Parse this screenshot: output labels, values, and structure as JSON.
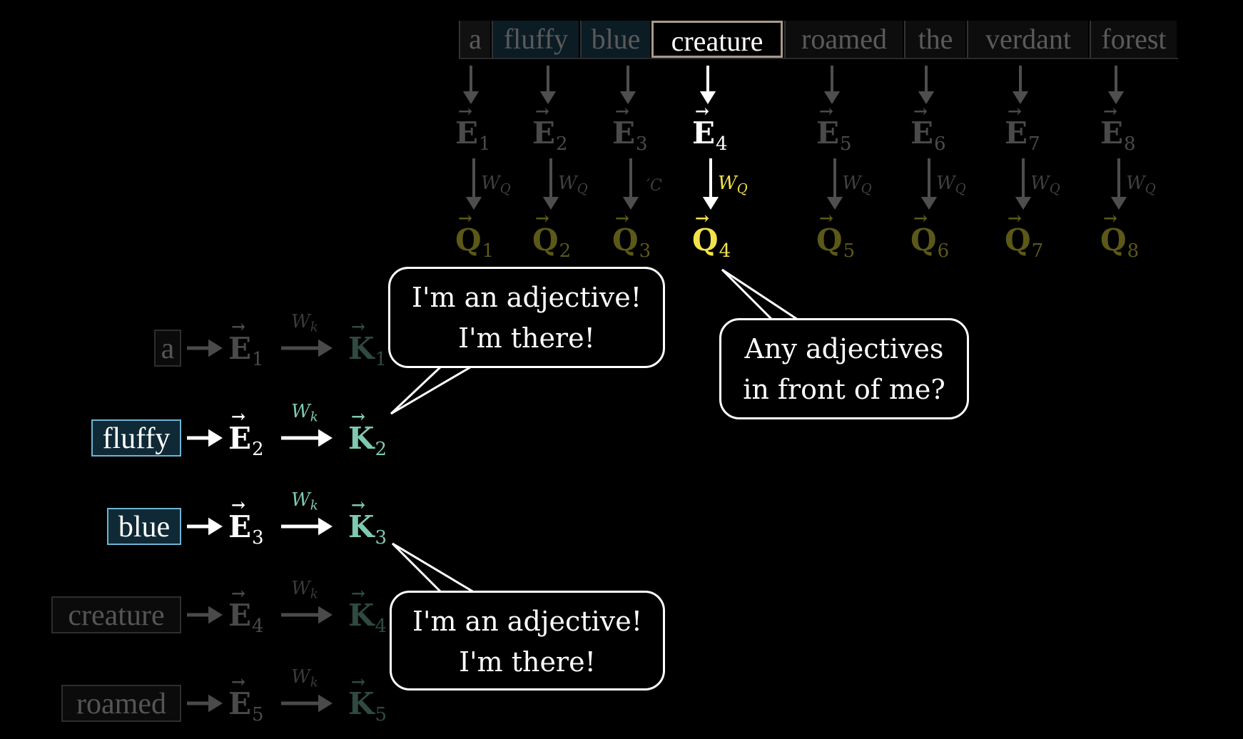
{
  "sentence": [
    "a",
    "fluffy",
    "blue",
    "creature",
    "roamed",
    "the",
    "verdant",
    "forest"
  ],
  "focus_index": 3,
  "embedding_symbol": "E",
  "query_symbol": "Q",
  "key_symbol": "K",
  "query_weight": "W",
  "query_weight_sub": "Q",
  "key_weight": "W",
  "key_weight_sub": "k",
  "vector_mark": "→",
  "truncated_weight_label": "′C",
  "key_rows": [
    {
      "word": "a",
      "index": "1"
    },
    {
      "word": "fluffy",
      "index": "2"
    },
    {
      "word": "blue",
      "index": "3"
    },
    {
      "word": "creature",
      "index": "4"
    },
    {
      "word": "roamed",
      "index": "5"
    }
  ],
  "bubbles": {
    "query_question": [
      "Any adjectives",
      "in front of me?"
    ],
    "key_answer_fluffy": [
      "I'm an adjective!",
      "I'm there!"
    ],
    "key_answer_blue": [
      "I'm an adjective!",
      "I'm there!"
    ]
  },
  "colors": {
    "background": "#000000",
    "focus_white": "#ffffff",
    "dim_gray": "#5a5a5a",
    "query_yellow": "#f2e34c",
    "query_dim": "#5c5818",
    "key_teal": "#7fc9b0",
    "key_dim": "#2f4a40",
    "adjective_fill": "#0f2a36",
    "adjective_border": "#6fb3d2"
  }
}
